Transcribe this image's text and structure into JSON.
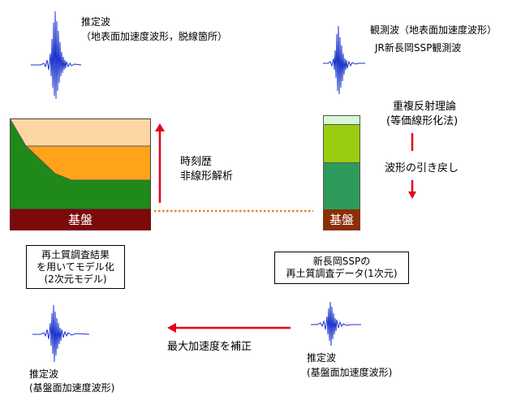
{
  "top_left": {
    "title": "推定波",
    "subtitle": "（地表面加速度波形，脱線箇所）"
  },
  "top_right": {
    "title": "観測波（地表面加速度波形）",
    "subtitle": "JR新長岡SSP観測波"
  },
  "nonlinear": {
    "line1": "時刻歴",
    "line2": "非線形解析"
  },
  "multireflection": {
    "line1": "重複反射理論",
    "line2": "(等価線形化法)"
  },
  "pullback": "波形の引き戻し",
  "base_left": "基盤",
  "base_right": "基盤",
  "box_left": {
    "line1": "再土質調査結果",
    "line2": "を用いてモデル化",
    "line3": "(2次元モデル)"
  },
  "box_right": {
    "line1": "新長岡SSPの",
    "line2": "再土質調査データ(1次元)"
  },
  "correction": "最大加速度を補正",
  "bottom_right": {
    "title": "推定波",
    "subtitle": "(基盤面加速度波形)"
  },
  "bottom_left": {
    "title": "推定波",
    "subtitle": "(基盤面加速度波形)"
  },
  "colors": {
    "wave": "#1a33cc",
    "arrow": "#e8001a",
    "base": "#7b0a0a",
    "dots": "#f08020",
    "layer_top": "#fdd6a4",
    "layer_mid": "#ffa31a",
    "layer_green": "#1f8a1a",
    "col_light": "#d9f7d9",
    "col_lime": "#9acd10",
    "col_teal": "#2e9a5c"
  }
}
